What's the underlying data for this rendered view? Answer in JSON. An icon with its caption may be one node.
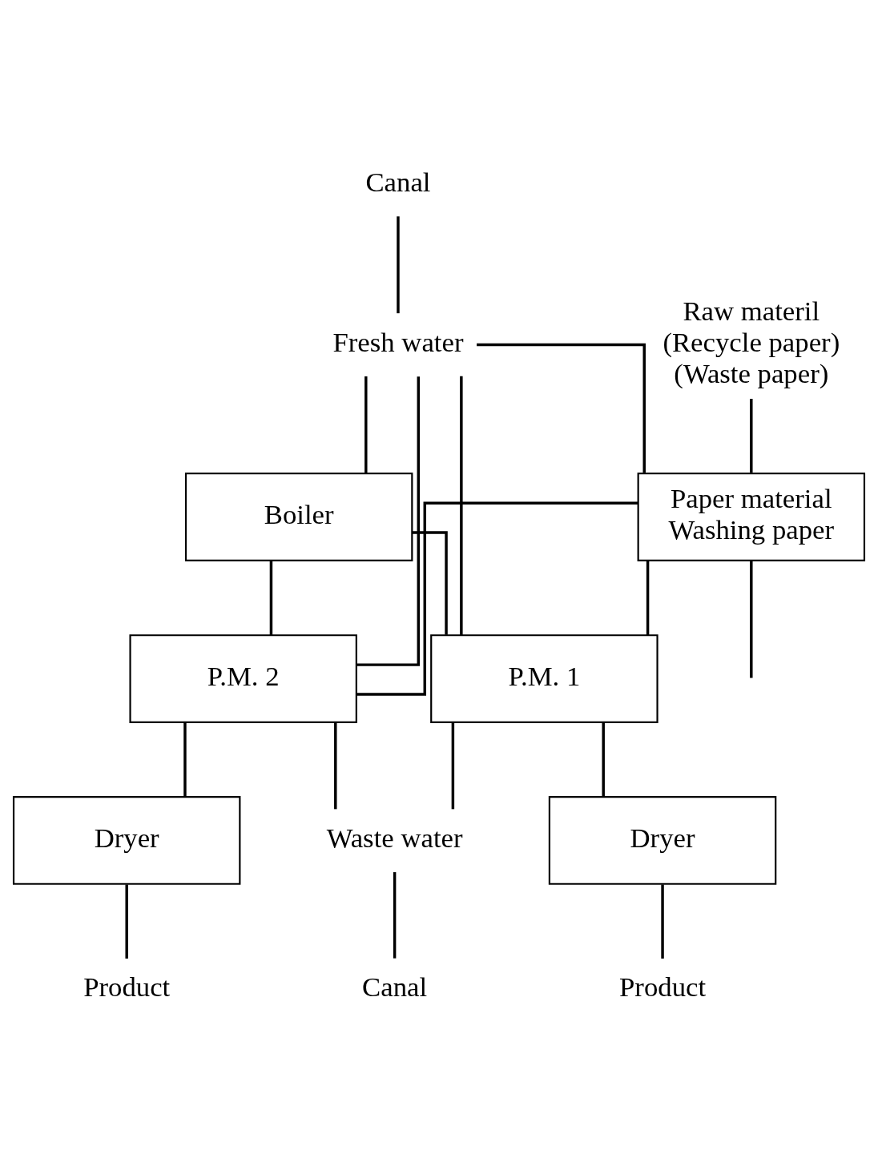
{
  "diagram": {
    "nodes": [
      {
        "text": [
          "Canal"
        ]
      },
      {
        "text": [
          "Fresh water"
        ]
      },
      {
        "text": [
          "Raw materil (Recycle paper) (Waste paper)"
        ]
      },
      {
        "text": [
          "Paper material Washing paper"
        ]
      },
      {
        "text": [
          "Boiler"
        ]
      },
      {
        "text": [
          "P.M. 1"
        ]
      },
      {
        "text": [
          "P.M. 2"
        ]
      },
      {
        "text": [
          "Dryer"
        ]
      },
      {
        "text": [
          "Dryer"
        ]
      },
      {
        "text": [
          "Product"
        ]
      },
      {
        "text": [
          "Product"
        ]
      },
      {
        "text": [
          "Waste water"
        ]
      },
      {
        "text": [
          "Canal"
        ]
      }
    ],
    "edges": [
      {
        "from": 0,
        "to": 1,
        "arrow": "none"
      },
      {
        "from": 1,
        "to": 4,
        "arrow": "none"
      },
      {
        "from": 1,
        "to": 3,
        "arrow": "none"
      },
      {
        "from": 1,
        "to": 5,
        "arrow": "none"
      },
      {
        "from": 1,
        "to": 6,
        "arrow": "none"
      },
      {
        "from": 2,
        "to": 3,
        "arrow": "none"
      },
      {
        "from": 3,
        "to": null,
        "arrow": "none"
      },
      {
        "from": 3,
        "to": 5,
        "arrow": "none"
      },
      {
        "from": 3,
        "to": 6,
        "arrow": "none"
      },
      {
        "from": 4,
        "to": 5,
        "arrow": "none"
      },
      {
        "from": 4,
        "to": 6,
        "arrow": "none"
      },
      {
        "from": 5,
        "to": 7,
        "arrow": "none"
      },
      {
        "from": 6,
        "to": 8,
        "arrow": "none"
      },
      {
        "from": 5,
        "to": 11,
        "arrow": "none"
      },
      {
        "from": 6,
        "to": 11,
        "arrow": "none"
      },
      {
        "from": 7,
        "to": 9,
        "arrow": "none"
      },
      {
        "from": 8,
        "to": 10,
        "arrow": "none"
      },
      {
        "from": 11,
        "to": 12,
        "arrow": "none"
      }
    ]
  }
}
